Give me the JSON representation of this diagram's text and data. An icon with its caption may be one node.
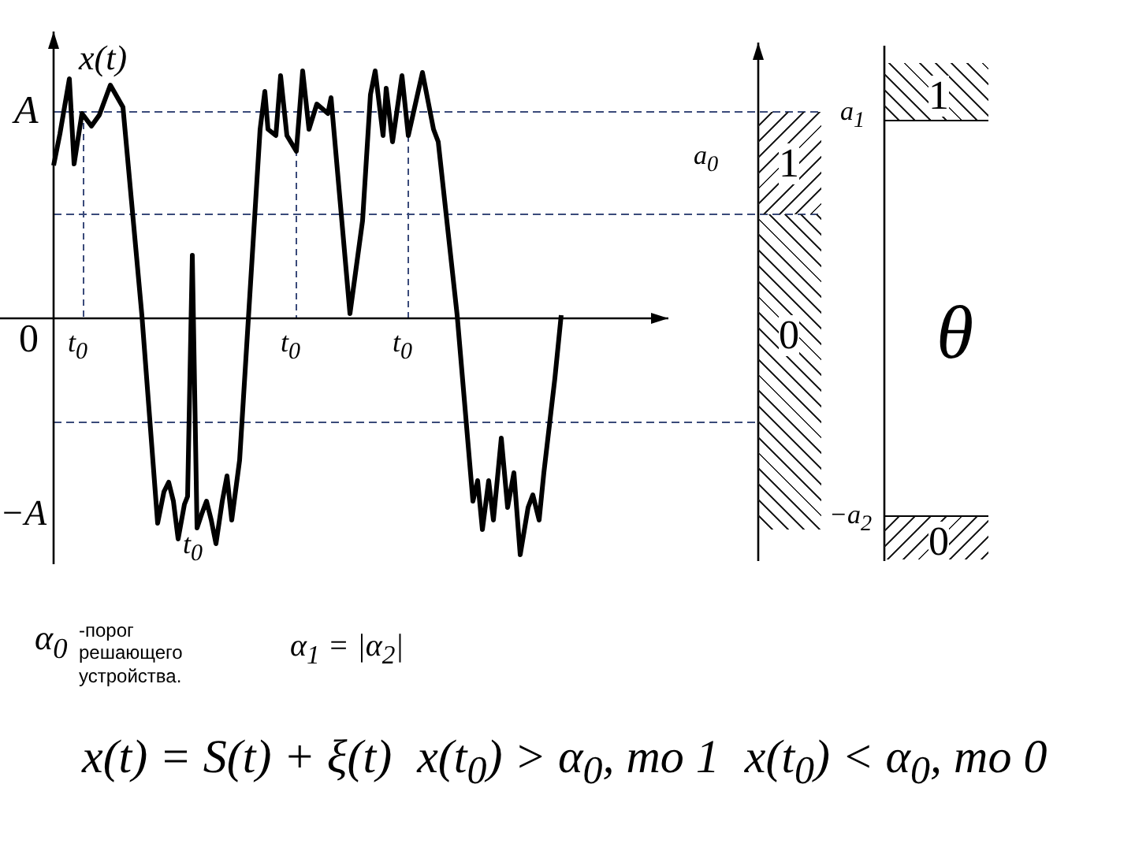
{
  "diagram": {
    "nodes": [
      {
        "text": [
          "1"
        ]
      },
      {
        "text": [
          "0"
        ]
      },
      {
        "text": [
          "1"
        ]
      },
      {
        "text": [
          "0"
        ]
      }
    ],
    "labels": [
      "x(t)",
      "a$_{1}$",
      "A",
      "a$_{0}$",
      "θ",
      "0",
      "t$_{0}$",
      "t$_{0}$",
      "t$_{0}$",
      "−A",
      "−a$_{2}$",
      "t$_{0}$",
      "α$_{0}$",
      "-порог решающего устройства.",
      "α$_{1}$ = |α$_{2}$|",
      "x(t) = S(t) + ξ(t)",
      "x(t$_{0}$) > α$_{0}$, то 1",
      "x(t$_{0}$) < α$_{0}$, то 0"
    ]
  }
}
